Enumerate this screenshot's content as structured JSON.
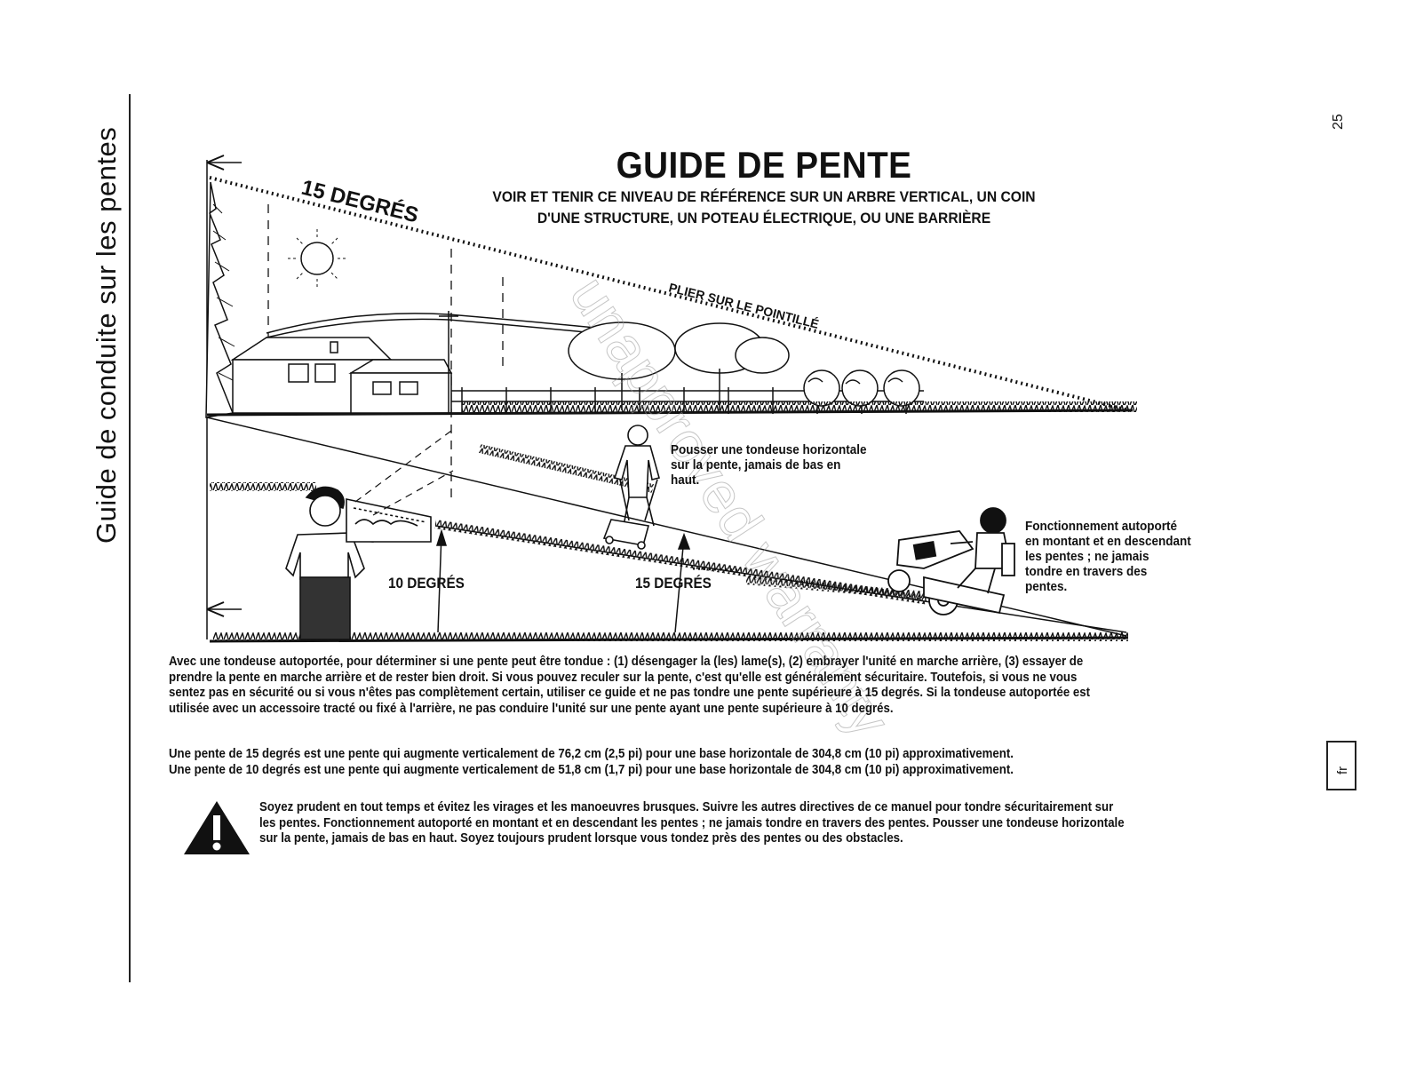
{
  "sidebar": {
    "title": "Guide de conduite sur les pentes"
  },
  "page": {
    "number": "25",
    "language_tab": "fr"
  },
  "guide": {
    "title": "GUIDE DE PENTE",
    "subtitle_line1": "VOIR ET TENIR CE NIVEAU DE RÉFÉRENCE SUR UN ARBRE VERTICAL, UN COIN",
    "subtitle_line2": "D'UNE STRUCTURE, UN POTEAU ÉLECTRIQUE, OU UNE BARRIÈRE",
    "angle_top_label": "15 DEGRÉS",
    "fold_label": "PLIER SUR LE POINTILLÉ",
    "angle_10_label": "10 DEGRÉS",
    "angle_15_label": "15 DEGRÉS",
    "push_mower_note": [
      "Pousser une tondeuse horizontale",
      "sur la pente, jamais de bas en",
      "haut."
    ],
    "riding_note": [
      "Fonctionnement autoporté",
      "en montant et en descendant",
      "les pentes ; ne jamais",
      "tondre en travers des",
      "pentes."
    ],
    "watermark": "unapproved warranty"
  },
  "body": {
    "para1": [
      "Avec une tondeuse autoportée, pour déterminer si une pente peut être tondue : (1) désengager la (les) lame(s), (2) embrayer l'unité en marche arrière, (3) essayer de",
      "prendre la pente en marche arrière et de rester bien droit. Si vous pouvez reculer sur la pente, c'est qu'elle est généralement sécuritaire. Toutefois, si vous ne vous",
      "sentez pas en sécurité ou si vous n'êtes pas complètement certain, utiliser ce guide et ne pas tondre une pente supérieure à 15 degrés. Si la tondeuse autoportée est",
      "utilisée avec un accessoire tracté ou fixé à l'arrière, ne pas conduire l'unité sur une pente ayant une pente supérieure à 10 degrés."
    ],
    "para2": [
      "Une pente de 15 degrés est une pente qui augmente verticalement de 76,2 cm (2,5 pi) pour une base horizontale de 304,8 cm (10 pi) approximativement.",
      "Une pente de 10 degrés est une pente qui augmente verticalement de 51,8 cm (1,7 pi) pour une base horizontale de 304,8 cm (10 pi) approximativement."
    ],
    "warning": [
      "Soyez prudent en tout temps et évitez les virages et les manoeuvres brusques. Suivre les autres directives de ce manuel pour tondre sécuritairement sur",
      "les pentes. Fonctionnement autoporté en montant et en descendant les pentes ; ne jamais tondre en travers des pentes. Pousser une tondeuse horizontale",
      "sur la pente, jamais de bas en haut. Soyez toujours prudent lorsque vous tondez près des pentes ou des obstacles."
    ]
  },
  "icons": [
    "warning-triangle-icon",
    "sun-icon",
    "house-icon",
    "tree-icon",
    "fence-icon",
    "push-mower-icon",
    "riding-mower-icon",
    "arrow-icon"
  ]
}
